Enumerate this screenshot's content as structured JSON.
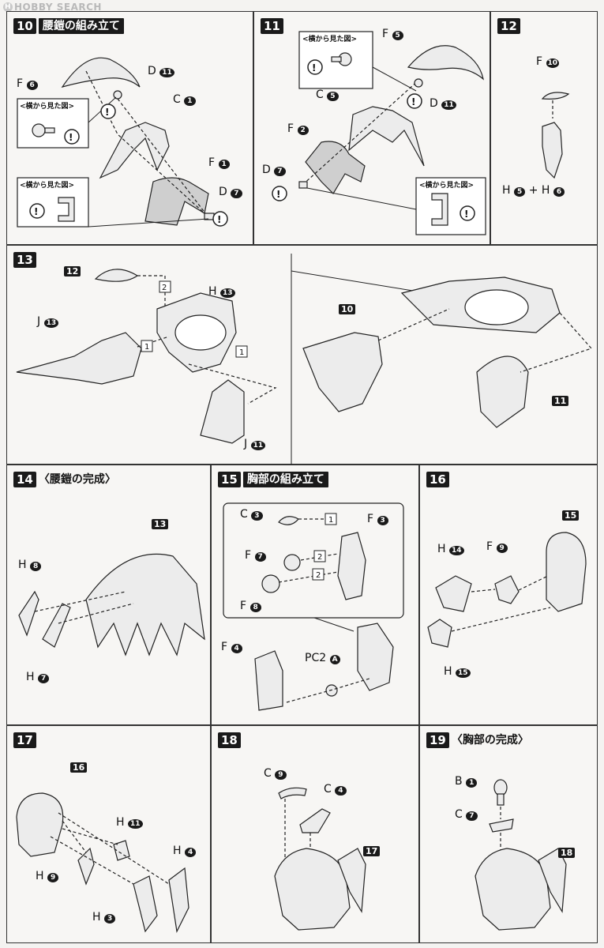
{
  "watermark": "HOBBY SEARCH",
  "side_view_label": "<横から見た図>",
  "steps": [
    {
      "number": "10",
      "title": "腰鎧の組み立て",
      "labels": [
        {
          "letter": "F",
          "num": "6"
        },
        {
          "letter": "D",
          "num": "11"
        },
        {
          "letter": "C",
          "num": "1"
        },
        {
          "letter": "F",
          "num": "1"
        },
        {
          "letter": "D",
          "num": "7"
        }
      ]
    },
    {
      "number": "11",
      "title": "",
      "labels": [
        {
          "letter": "F",
          "num": "5"
        },
        {
          "letter": "D",
          "num": "11"
        },
        {
          "letter": "C",
          "num": "5"
        },
        {
          "letter": "F",
          "num": "2"
        },
        {
          "letter": "D",
          "num": "7"
        }
      ]
    },
    {
      "number": "12",
      "title": "",
      "labels": [
        {
          "letter": "F",
          "num": "10"
        },
        {
          "letter": "H",
          "num": "5"
        },
        {
          "letter": "H",
          "num": "6"
        }
      ],
      "plus": "+"
    },
    {
      "number": "13",
      "title": "",
      "labels": [
        {
          "letter": "",
          "num": "12"
        },
        {
          "letter": "H",
          "num": "13"
        },
        {
          "letter": "J",
          "num": "13"
        },
        {
          "letter": "J",
          "num": "11"
        },
        {
          "letter": "",
          "num": "10"
        },
        {
          "letter": "",
          "num": "11"
        }
      ],
      "boxes": [
        "2",
        "1",
        "1"
      ]
    },
    {
      "number": "14",
      "title": "〈腰鎧の完成〉",
      "labels": [
        {
          "letter": "",
          "num": "13"
        },
        {
          "letter": "H",
          "num": "8"
        },
        {
          "letter": "H",
          "num": "7"
        }
      ]
    },
    {
      "number": "15",
      "title": "胸部の組み立て",
      "labels": [
        {
          "letter": "C",
          "num": "3"
        },
        {
          "letter": "F",
          "num": "3"
        },
        {
          "letter": "F",
          "num": "7"
        },
        {
          "letter": "F",
          "num": "8"
        },
        {
          "letter": "F",
          "num": "4"
        },
        {
          "letter": "PC2",
          "num": "A"
        }
      ],
      "boxes": [
        "1",
        "2",
        "2"
      ]
    },
    {
      "number": "16",
      "title": "",
      "labels": [
        {
          "letter": "",
          "num": "15"
        },
        {
          "letter": "H",
          "num": "14"
        },
        {
          "letter": "F",
          "num": "9"
        },
        {
          "letter": "H",
          "num": "15"
        }
      ]
    },
    {
      "number": "17",
      "title": "",
      "labels": [
        {
          "letter": "",
          "num": "16"
        },
        {
          "letter": "H",
          "num": "11"
        },
        {
          "letter": "H",
          "num": "4"
        },
        {
          "letter": "H",
          "num": "9"
        },
        {
          "letter": "H",
          "num": "3"
        }
      ]
    },
    {
      "number": "18",
      "title": "",
      "labels": [
        {
          "letter": "C",
          "num": "9"
        },
        {
          "letter": "C",
          "num": "4"
        },
        {
          "letter": "",
          "num": "17"
        }
      ]
    },
    {
      "number": "19",
      "title": "〈胸部の完成〉",
      "labels": [
        {
          "letter": "B",
          "num": "1"
        },
        {
          "letter": "C",
          "num": "7"
        },
        {
          "letter": "",
          "num": "18"
        }
      ]
    }
  ]
}
